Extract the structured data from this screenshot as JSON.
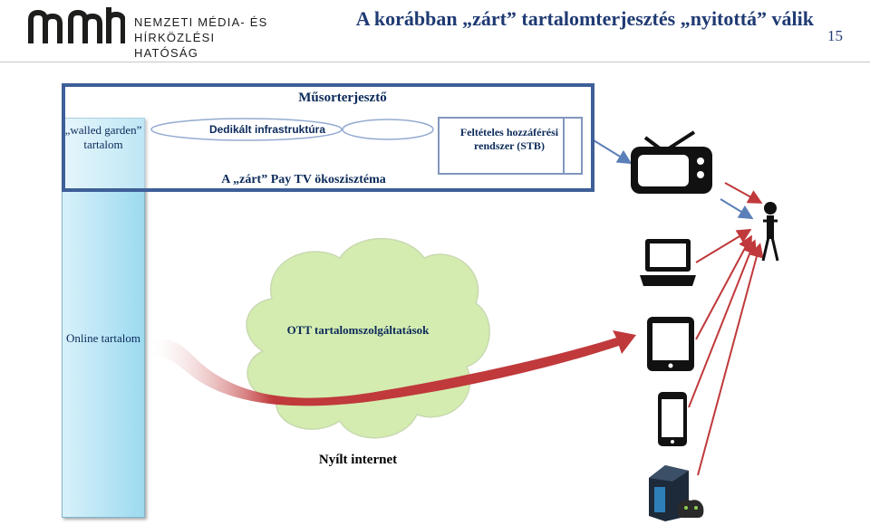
{
  "header": {
    "logo_text_line1": "NEMZETI MÉDIA- ÉS",
    "logo_text_line2": "HÍRKÖZLÉSI HATÓSÁG",
    "title": "A korábban „zárt” tartalomterjesztés „nyitottá” válik",
    "page_number": "15"
  },
  "diagram": {
    "operator_title": "Műsorterjesztő",
    "walled_garden_label": "„walled garden” tartalom",
    "infrastructure_label": "Dedikált infrastruktúra",
    "stb_label": "Feltételes hozzáférési rendszer (STB)",
    "ecosystem_label": "A „zárt” Pay TV ökoszisztéma",
    "online_label": "Online tartalom",
    "ott_label": "OTT tartalomszolgáltatások",
    "internet_label": "Nyílt internet",
    "devices": [
      "tv-icon",
      "laptop-icon",
      "tablet-icon",
      "smartphone-icon",
      "game-console-icon"
    ],
    "colors": {
      "box_border": "#3e5f98",
      "cloud_fill": "#d4ecb0",
      "red_arrow": "#c0393b",
      "blue_arrow": "#5b7fb8",
      "column_fill": "#a9def2"
    }
  }
}
